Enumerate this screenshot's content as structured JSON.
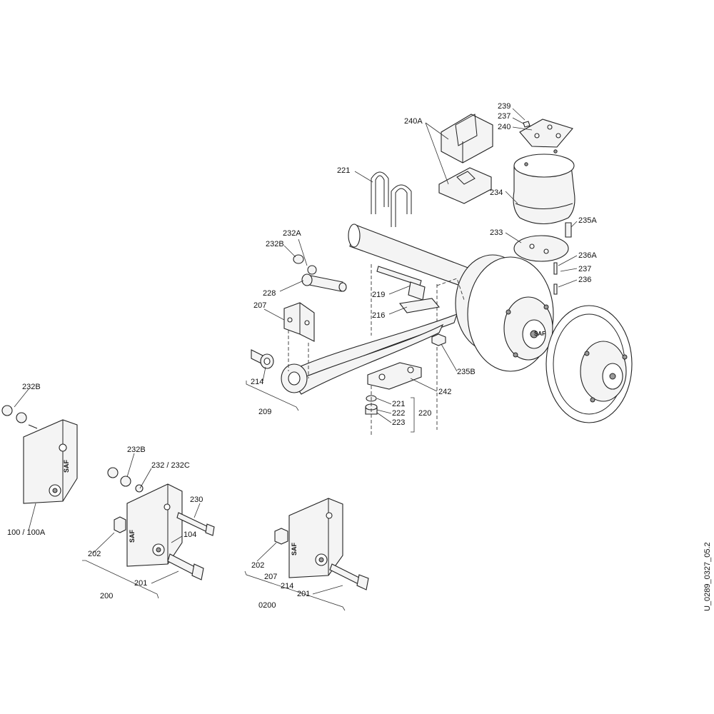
{
  "diagram": {
    "drawing_id": "U_0289_0327_05.2",
    "brand_mark": "SAF",
    "labels": {
      "p239": "239",
      "p237a": "237",
      "p240": "240",
      "p240A": "240A",
      "p221a": "221",
      "p234": "234",
      "p235A": "235A",
      "p233": "233",
      "p236A": "236A",
      "p237b": "237",
      "p236": "236",
      "p232A": "232A",
      "p232B_top": "232B",
      "p228": "228",
      "p219": "219",
      "p216": "216",
      "p207a": "207",
      "p235B": "235B",
      "p214a": "214",
      "p242": "242",
      "p209": "209",
      "p221b": "221",
      "p222": "222",
      "p223": "223",
      "p220": "220",
      "p232B_left": "232B",
      "p100": "100 / 100A",
      "p232B_mid": "232B",
      "p232_232C": "232 / 232C",
      "p230": "230",
      "p104": "104",
      "p202a": "202",
      "p201a": "201",
      "p200": "200",
      "p202b": "202",
      "p207b": "207",
      "p214b": "214",
      "p201b": "201",
      "p0200": "0200"
    }
  }
}
